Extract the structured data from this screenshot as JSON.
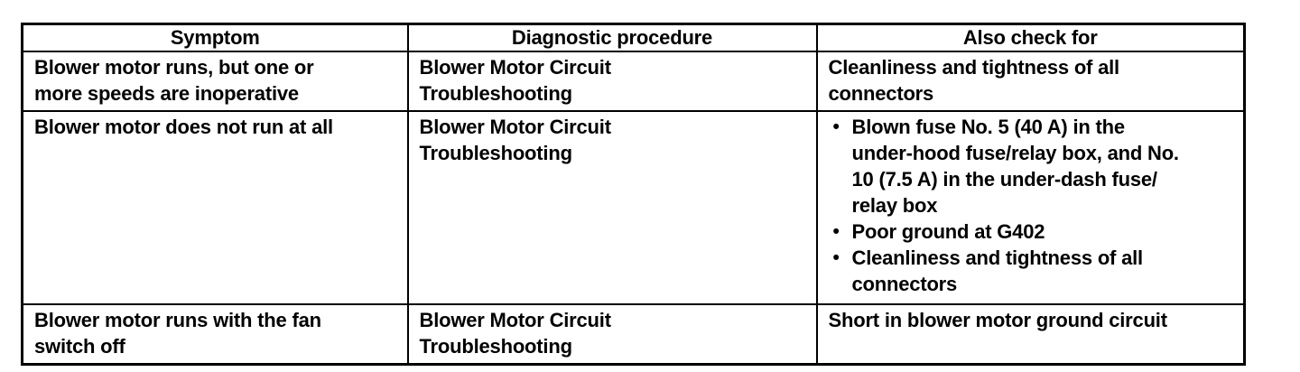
{
  "colors": {
    "text": "#000000",
    "background": "#ffffff",
    "border": "#000000"
  },
  "table": {
    "headers": [
      "Symptom",
      "Diagnostic procedure",
      "Also check for"
    ],
    "rows": [
      {
        "symptom": "Blower motor runs, but one or\nmore speeds are inoperative",
        "procedure": "Blower Motor Circuit\nTroubleshooting",
        "also_check": {
          "style": "plain",
          "items": [
            "Cleanliness and tightness of all\nconnectors"
          ]
        }
      },
      {
        "symptom": "Blower motor does not run at all",
        "procedure": "Blower Motor Circuit\nTroubleshooting",
        "also_check": {
          "style": "bullets",
          "items": [
            "Blown fuse No. 5 (40 A) in the\nunder-hood fuse/relay box, and No.\n10 (7.5 A) in the under-dash fuse/\nrelay box",
            "Poor ground at G402",
            "Cleanliness and tightness of all\nconnectors"
          ]
        }
      },
      {
        "symptom": "Blower motor runs with the fan\nswitch off",
        "procedure": "Blower Motor Circuit\nTroubleshooting",
        "also_check": {
          "style": "plain",
          "items": [
            "Short in blower motor ground circuit"
          ]
        }
      }
    ]
  }
}
